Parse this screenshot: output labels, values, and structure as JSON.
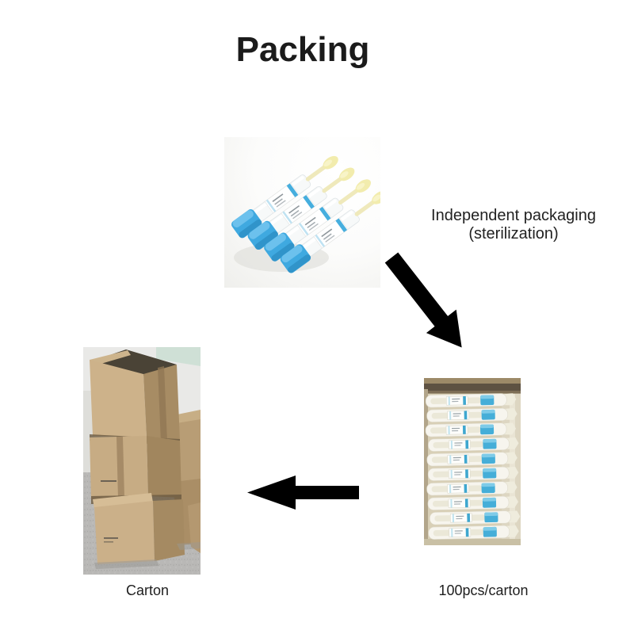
{
  "title": "Packing",
  "annotations": {
    "independent_packaging_line1": "Independent packaging",
    "independent_packaging_line2": "(sterilization)",
    "carton_label": "Carton",
    "pcs_per_carton_label": "100pcs/carton"
  },
  "flow": {
    "step1": "Individually wrapped sterile swab tubes",
    "step2": "Swabs packed 100 pieces per carton",
    "step3": "Cartons stacked for shipment"
  },
  "colors": {
    "arrow": "#000000",
    "text": "#1e1e1e",
    "cap_blue": "#3fa9e0",
    "swab_tip_yellow": "#f1e9ad",
    "cardboard": "#c2a87e",
    "floor_gray": "#b7b6b4"
  }
}
